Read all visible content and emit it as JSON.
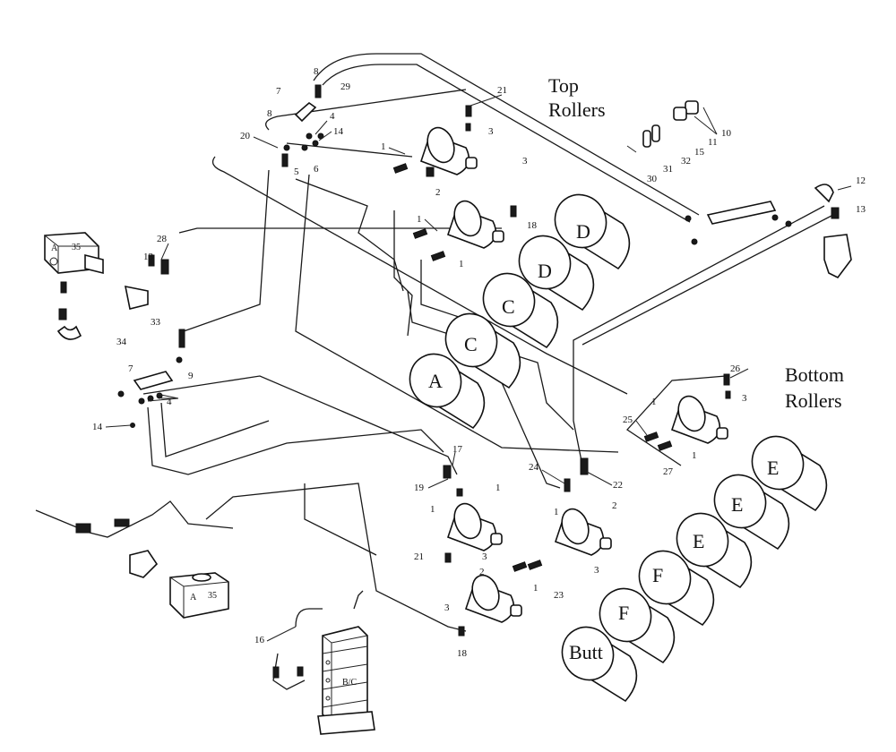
{
  "titles": {
    "top_line1": "Top",
    "top_line2": "Rollers",
    "bottom_line1": "Bottom",
    "bottom_line2": "Rollers"
  },
  "rollers": [
    "D",
    "D",
    "C",
    "C",
    "A",
    "E",
    "E",
    "E",
    "F",
    "F",
    "Butt"
  ],
  "valve_labels": {
    "valve_left_a": "A",
    "valve_left_num": "35",
    "valve_bottom_a": "A",
    "valve_bottom_num": "35",
    "control_valve": "B/C"
  },
  "callouts": [
    "1",
    "2",
    "3",
    "4",
    "5",
    "6",
    "7",
    "8",
    "9",
    "10",
    "11",
    "12",
    "13",
    "14",
    "15",
    "16",
    "17",
    "18",
    "19",
    "20",
    "21",
    "22",
    "23",
    "24",
    "25",
    "26",
    "27",
    "28",
    "29",
    "30",
    "31",
    "32",
    "33",
    "34"
  ]
}
